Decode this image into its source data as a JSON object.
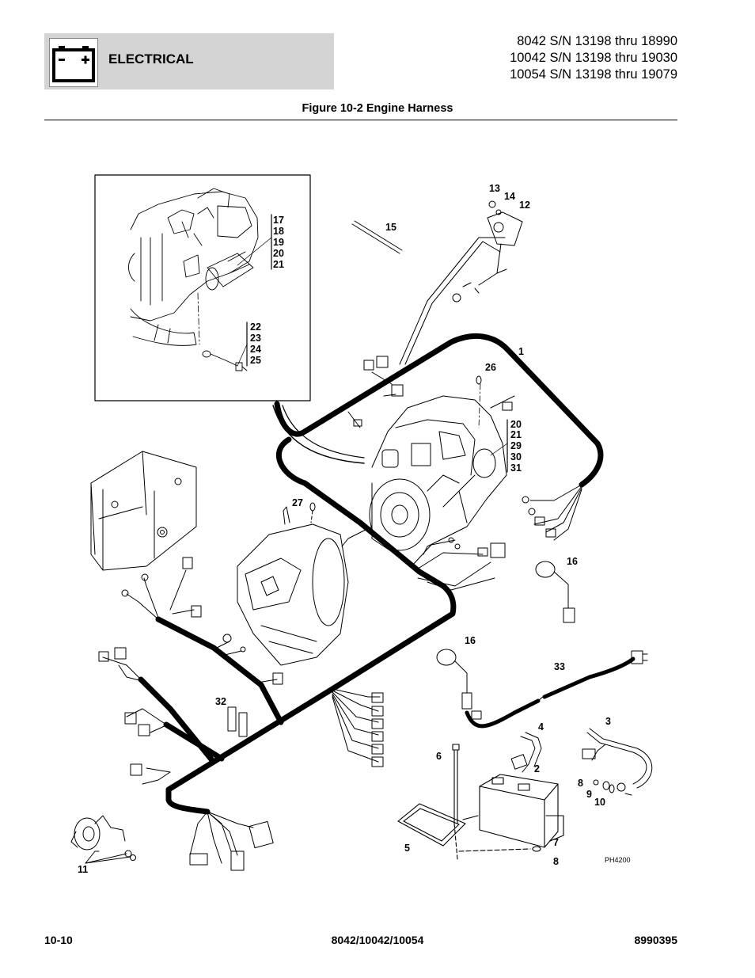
{
  "header": {
    "section": "ELECTRICAL",
    "serials": [
      "8042 S/N 13198 thru 18990",
      "10042 S/N 13198 thru 19030",
      "10054 S/N 13198 thru 19079"
    ]
  },
  "figure": {
    "caption": "Figure 10-2 Engine Harness",
    "callouts": {
      "c1": "1",
      "c2": "2",
      "c3": "3",
      "c4": "4",
      "c5": "5",
      "c6": "6",
      "c7": "7",
      "c8a": "8",
      "c8b": "8",
      "c9": "9",
      "c10": "10",
      "c11": "11",
      "c12": "12",
      "c13": "13",
      "c14": "14",
      "c15": "15",
      "c16a": "16",
      "c16b": "16",
      "c26": "26",
      "c27": "27",
      "c32": "32",
      "c33": "33",
      "inset_a": [
        "17",
        "18",
        "19",
        "20",
        "21"
      ],
      "inset_b": [
        "22",
        "23",
        "24",
        "25"
      ],
      "group": [
        "20",
        "21",
        "29",
        "30",
        "31"
      ]
    },
    "code": "PH4200"
  },
  "footer": {
    "page": "10-10",
    "models": "8042/10042/10054",
    "doc_number": "8990395"
  }
}
